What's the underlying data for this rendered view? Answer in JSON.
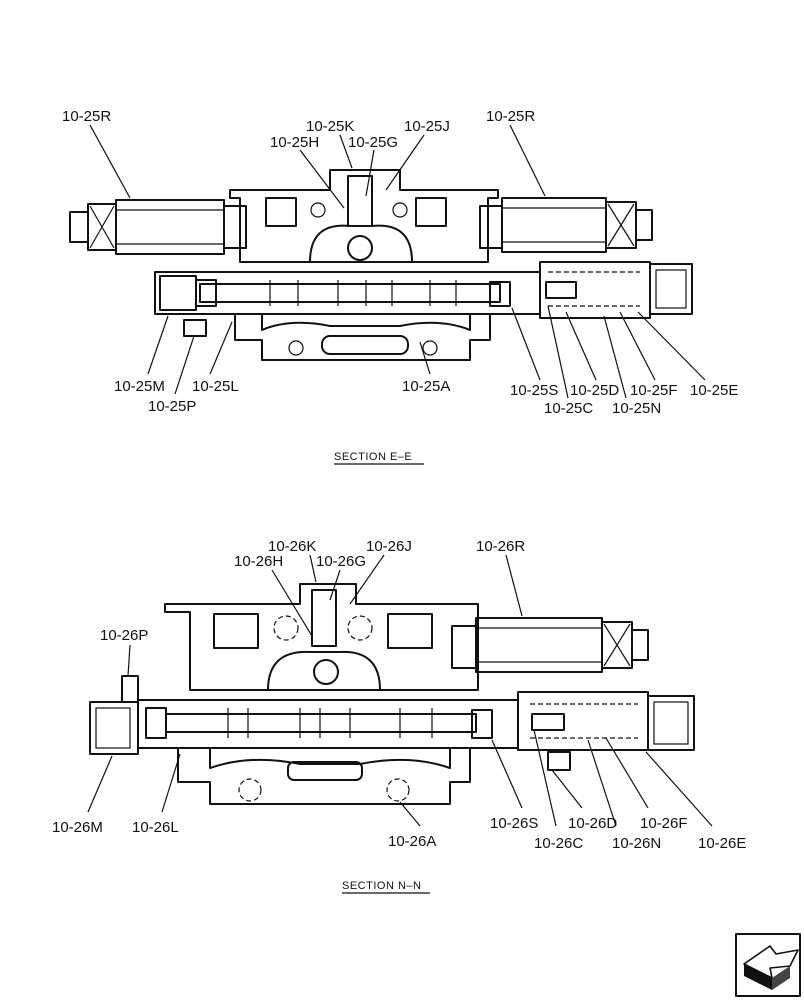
{
  "top_view": {
    "section_label": "SECTION E–E",
    "labels": {
      "r_left": "10-25R",
      "r_right": "10-25R",
      "k": "10-25K",
      "j": "10-25J",
      "h": "10-25H",
      "g": "10-25G",
      "m": "10-25M",
      "l": "10-25L",
      "p": "10-25P",
      "a": "10-25A",
      "s": "10-25S",
      "d": "10-25D",
      "f": "10-25F",
      "e": "10-25E",
      "c": "10-25C",
      "n": "10-25N"
    }
  },
  "bottom_view": {
    "section_label": "SECTION N–N",
    "labels": {
      "k": "10-26K",
      "j": "10-26J",
      "h": "10-26H",
      "g": "10-26G",
      "r": "10-26R",
      "p": "10-26P",
      "m": "10-26M",
      "l": "10-26L",
      "a": "10-26A",
      "s": "10-26S",
      "d": "10-26D",
      "f": "10-26F",
      "c": "10-26C",
      "n": "10-26N",
      "e": "10-26E"
    }
  },
  "nav_icon": "arrow-next-icon"
}
